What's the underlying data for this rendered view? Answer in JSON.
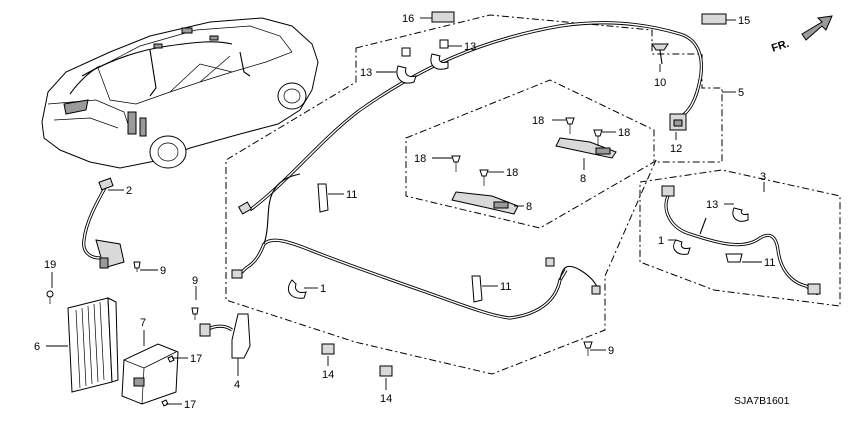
{
  "diagram": {
    "diagram_code": "SJA7B1601",
    "direction_label": "FR.",
    "callouts": [
      {
        "id": "c16",
        "label": "16"
      },
      {
        "id": "c15",
        "label": "15"
      },
      {
        "id": "c13a",
        "label": "13"
      },
      {
        "id": "c13b",
        "label": "13"
      },
      {
        "id": "c13c",
        "label": "13"
      },
      {
        "id": "c10",
        "label": "10"
      },
      {
        "id": "c5",
        "label": "5"
      },
      {
        "id": "c12",
        "label": "12"
      },
      {
        "id": "c18a",
        "label": "18"
      },
      {
        "id": "c18b",
        "label": "18"
      },
      {
        "id": "c18c",
        "label": "18"
      },
      {
        "id": "c18d",
        "label": "18"
      },
      {
        "id": "c8a",
        "label": "8"
      },
      {
        "id": "c8b",
        "label": "8"
      },
      {
        "id": "c3",
        "label": "3"
      },
      {
        "id": "c2",
        "label": "2"
      },
      {
        "id": "c11a",
        "label": "11"
      },
      {
        "id": "c11b",
        "label": "11"
      },
      {
        "id": "c11c",
        "label": "11"
      },
      {
        "id": "c1a",
        "label": "1"
      },
      {
        "id": "c1b",
        "label": "1"
      },
      {
        "id": "c9a",
        "label": "9"
      },
      {
        "id": "c9b",
        "label": "9"
      },
      {
        "id": "c9c",
        "label": "9"
      },
      {
        "id": "c19",
        "label": "19"
      },
      {
        "id": "c6",
        "label": "6"
      },
      {
        "id": "c7",
        "label": "7"
      },
      {
        "id": "c17a",
        "label": "17"
      },
      {
        "id": "c17b",
        "label": "17"
      },
      {
        "id": "c4",
        "label": "4"
      },
      {
        "id": "c14a",
        "label": "14"
      },
      {
        "id": "c14b",
        "label": "14"
      }
    ]
  },
  "colors": {
    "line": "#000000",
    "background": "#ffffff",
    "part_fill": "#d9d9d9",
    "part_dark": "#9a9a9a"
  }
}
